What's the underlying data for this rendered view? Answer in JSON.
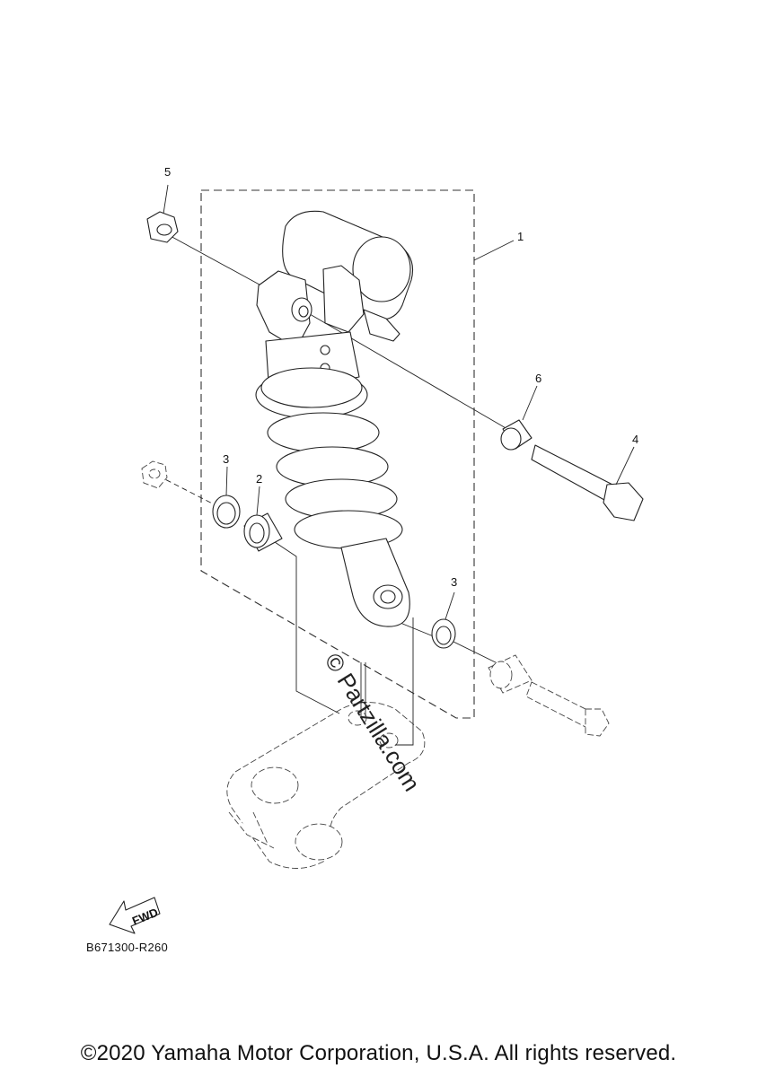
{
  "diagram": {
    "callouts": [
      {
        "id": "1",
        "label": "1"
      },
      {
        "id": "2",
        "label": "2"
      },
      {
        "id": "3a",
        "label": "3"
      },
      {
        "id": "3b",
        "label": "3"
      },
      {
        "id": "4",
        "label": "4"
      },
      {
        "id": "5",
        "label": "5"
      },
      {
        "id": "6",
        "label": "6"
      }
    ],
    "fwd_label": "FWD",
    "reference_code": "B671300-R260",
    "watermark": "© Partzilla.com"
  },
  "footer": {
    "copyright": "©2020 Yamaha Motor Corporation, U.S.A. All rights reserved."
  }
}
